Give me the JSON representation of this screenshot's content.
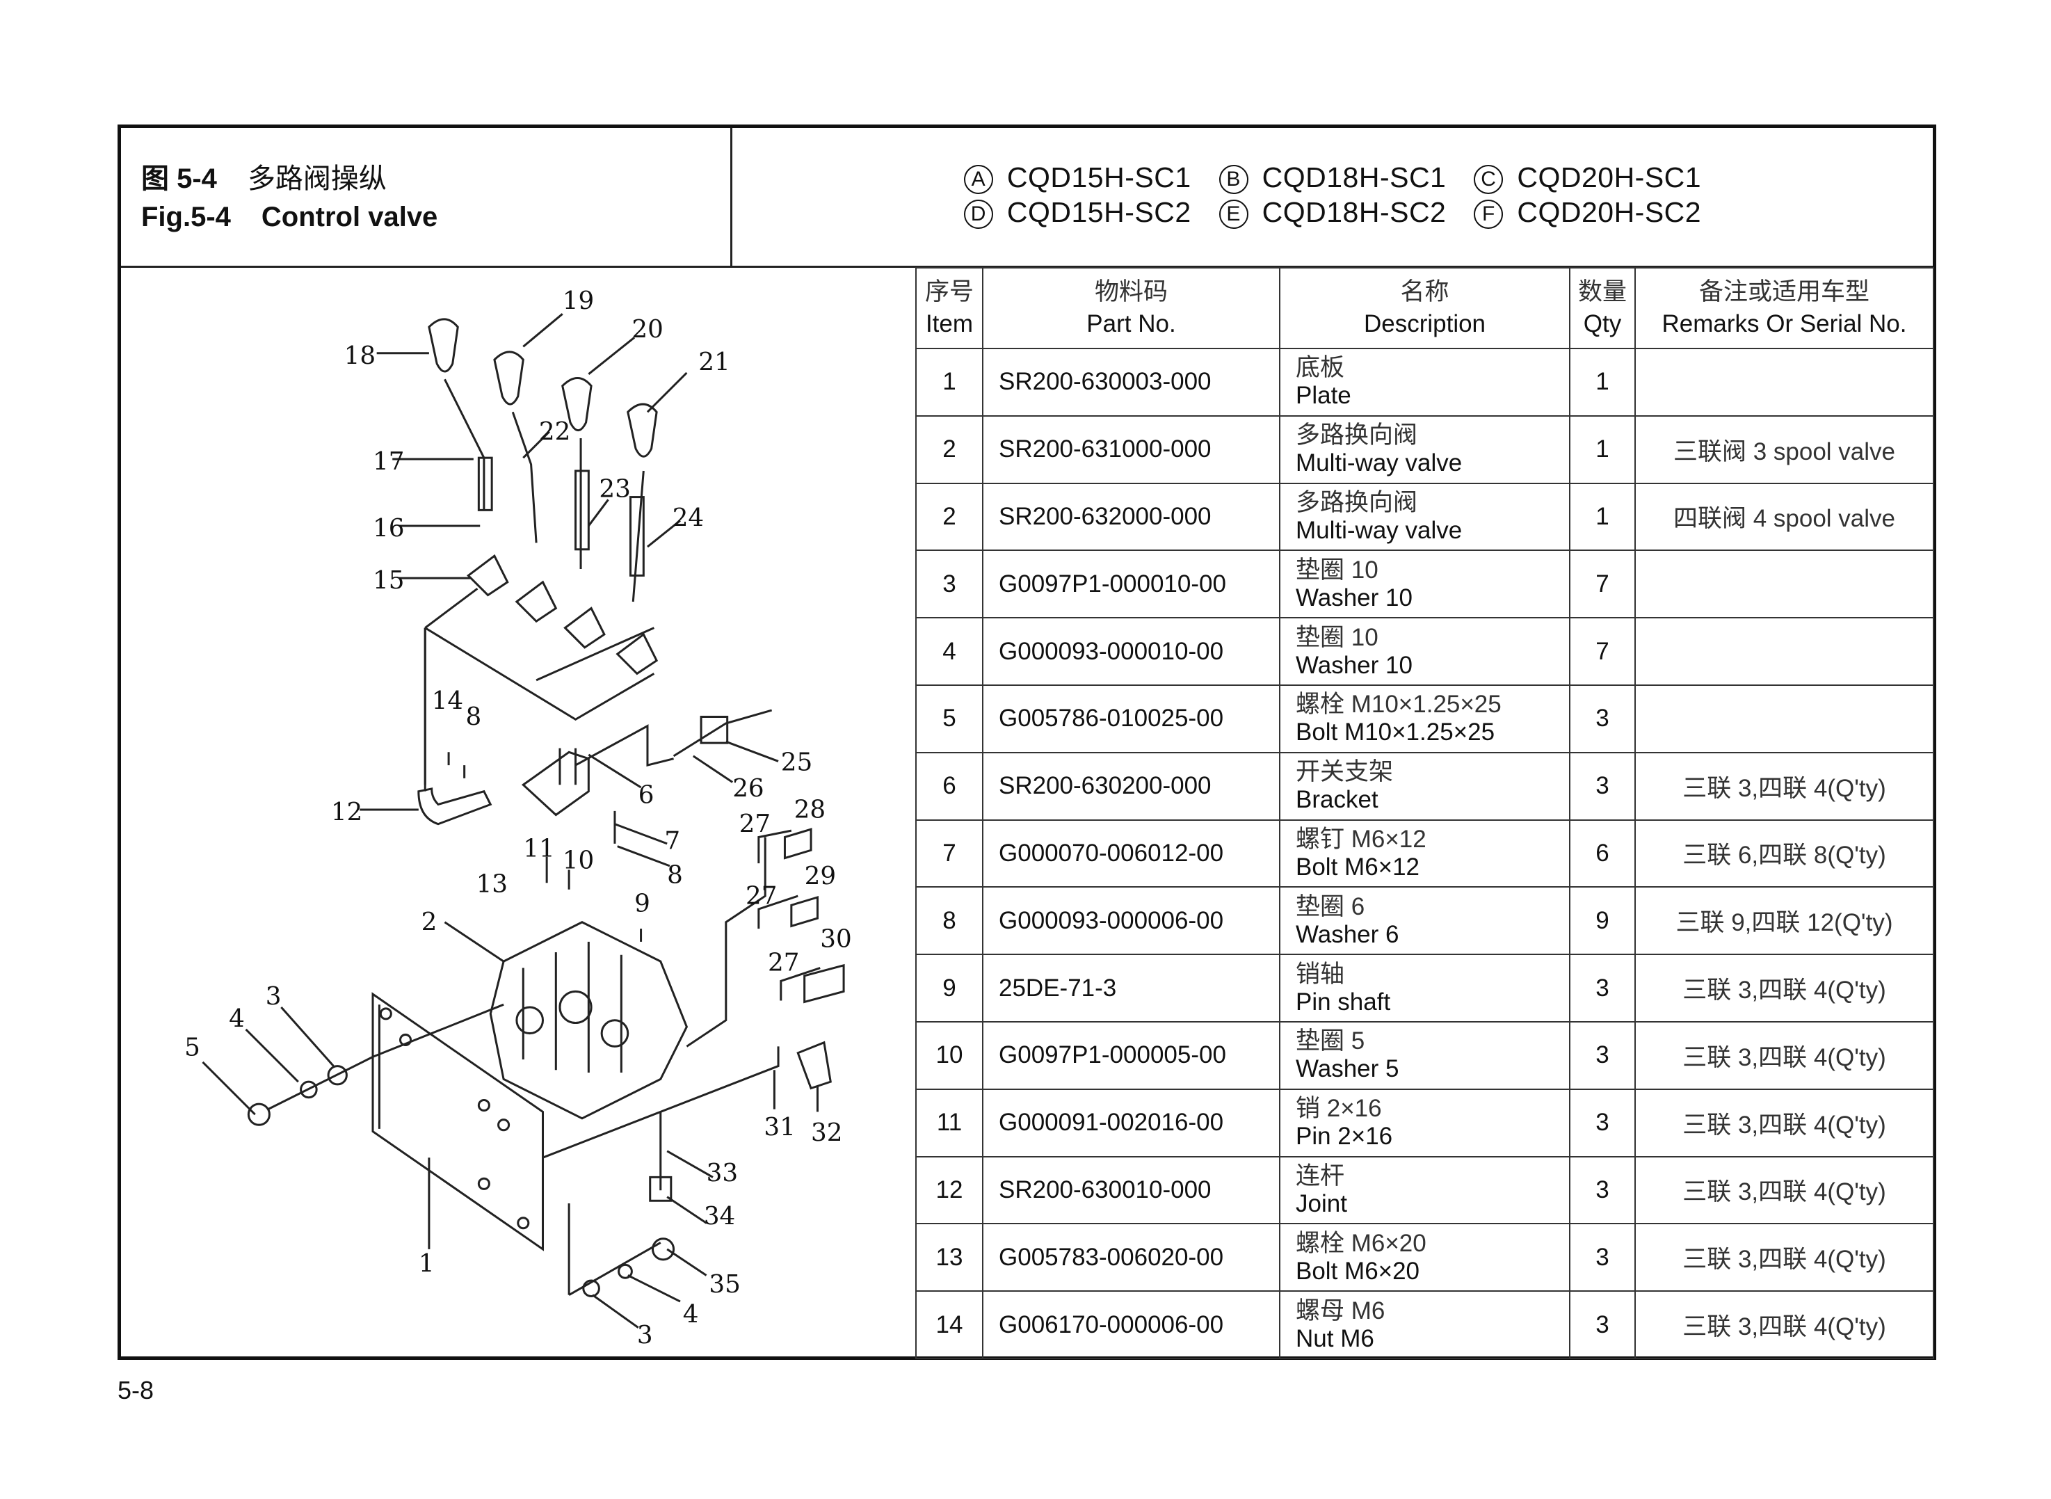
{
  "header": {
    "fig_cn_label": "图 5-4",
    "fig_cn_title": "多路阀操纵",
    "fig_en_label": "Fig.5-4",
    "fig_en_title": "Control valve",
    "models": [
      {
        "mark": "A",
        "name": "CQD15H-SC1"
      },
      {
        "mark": "B",
        "name": "CQD18H-SC1"
      },
      {
        "mark": "C",
        "name": "CQD20H-SC1"
      },
      {
        "mark": "D",
        "name": "CQD15H-SC2"
      },
      {
        "mark": "E",
        "name": "CQD18H-SC2"
      },
      {
        "mark": "F",
        "name": "CQD20H-SC2"
      }
    ]
  },
  "table": {
    "columns": [
      {
        "cn": "序号",
        "en": "Item"
      },
      {
        "cn": "物料码",
        "en": "Part No."
      },
      {
        "cn": "名称",
        "en": "Description"
      },
      {
        "cn": "数量",
        "en": "Qty"
      },
      {
        "cn": "备注或适用车型",
        "en": "Remarks Or Serial No."
      }
    ],
    "rows": [
      {
        "item": "1",
        "part": "SR200-630003-000",
        "cn": "底板",
        "en": "Plate",
        "qty": "1",
        "remarks": ""
      },
      {
        "item": "2",
        "part": "SR200-631000-000",
        "cn": "多路换向阀",
        "en": "Multi-way valve",
        "qty": "1",
        "remarks": "三联阀 3 spool valve"
      },
      {
        "item": "2",
        "part": "SR200-632000-000",
        "cn": "多路换向阀",
        "en": "Multi-way valve",
        "qty": "1",
        "remarks": "四联阀 4 spool valve"
      },
      {
        "item": "3",
        "part": "G0097P1-000010-00",
        "cn": "垫圈 10",
        "en": "Washer 10",
        "qty": "7",
        "remarks": ""
      },
      {
        "item": "4",
        "part": "G000093-000010-00",
        "cn": "垫圈 10",
        "en": "Washer 10",
        "qty": "7",
        "remarks": ""
      },
      {
        "item": "5",
        "part": "G005786-010025-00",
        "cn": "螺栓 M10×1.25×25",
        "en": "Bolt M10×1.25×25",
        "qty": "3",
        "remarks": ""
      },
      {
        "item": "6",
        "part": "SR200-630200-000",
        "cn": "开关支架",
        "en": "Bracket",
        "qty": "3",
        "remarks": "三联 3,四联 4(Q'ty)"
      },
      {
        "item": "7",
        "part": "G000070-006012-00",
        "cn": "螺钉 M6×12",
        "en": "Bolt M6×12",
        "qty": "6",
        "remarks": "三联 6,四联 8(Q'ty)"
      },
      {
        "item": "8",
        "part": "G000093-000006-00",
        "cn": "垫圈 6",
        "en": "Washer 6",
        "qty": "9",
        "remarks": "三联 9,四联 12(Q'ty)"
      },
      {
        "item": "9",
        "part": "25DE-71-3",
        "cn": "销轴",
        "en": "Pin shaft",
        "qty": "3",
        "remarks": "三联 3,四联 4(Q'ty)"
      },
      {
        "item": "10",
        "part": "G0097P1-000005-00",
        "cn": "垫圈 5",
        "en": "Washer 5",
        "qty": "3",
        "remarks": "三联 3,四联 4(Q'ty)"
      },
      {
        "item": "11",
        "part": "G000091-002016-00",
        "cn": "销 2×16",
        "en": "Pin 2×16",
        "qty": "3",
        "remarks": "三联 3,四联 4(Q'ty)"
      },
      {
        "item": "12",
        "part": "SR200-630010-000",
        "cn": "连杆",
        "en": "Joint",
        "qty": "3",
        "remarks": "三联 3,四联 4(Q'ty)"
      },
      {
        "item": "13",
        "part": "G005783-006020-00",
        "cn": "螺栓 M6×20",
        "en": "Bolt M6×20",
        "qty": "3",
        "remarks": "三联 3,四联 4(Q'ty)"
      },
      {
        "item": "14",
        "part": "G006170-000006-00",
        "cn": "螺母 M6",
        "en": "Nut M6",
        "qty": "3",
        "remarks": "三联 3,四联 4(Q'ty)"
      }
    ]
  },
  "diagram": {
    "callouts": [
      "19",
      "20",
      "21",
      "18",
      "22",
      "17",
      "23",
      "24",
      "16",
      "15",
      "14",
      "8",
      "25",
      "26",
      "6",
      "12",
      "27",
      "28",
      "7",
      "11",
      "10",
      "8",
      "13",
      "29",
      "27",
      "9",
      "2",
      "30",
      "27",
      "3",
      "4",
      "5",
      "31",
      "32",
      "33",
      "1",
      "34",
      "35",
      "4",
      "3"
    ]
  },
  "footer": {
    "page_number": "5-8"
  }
}
